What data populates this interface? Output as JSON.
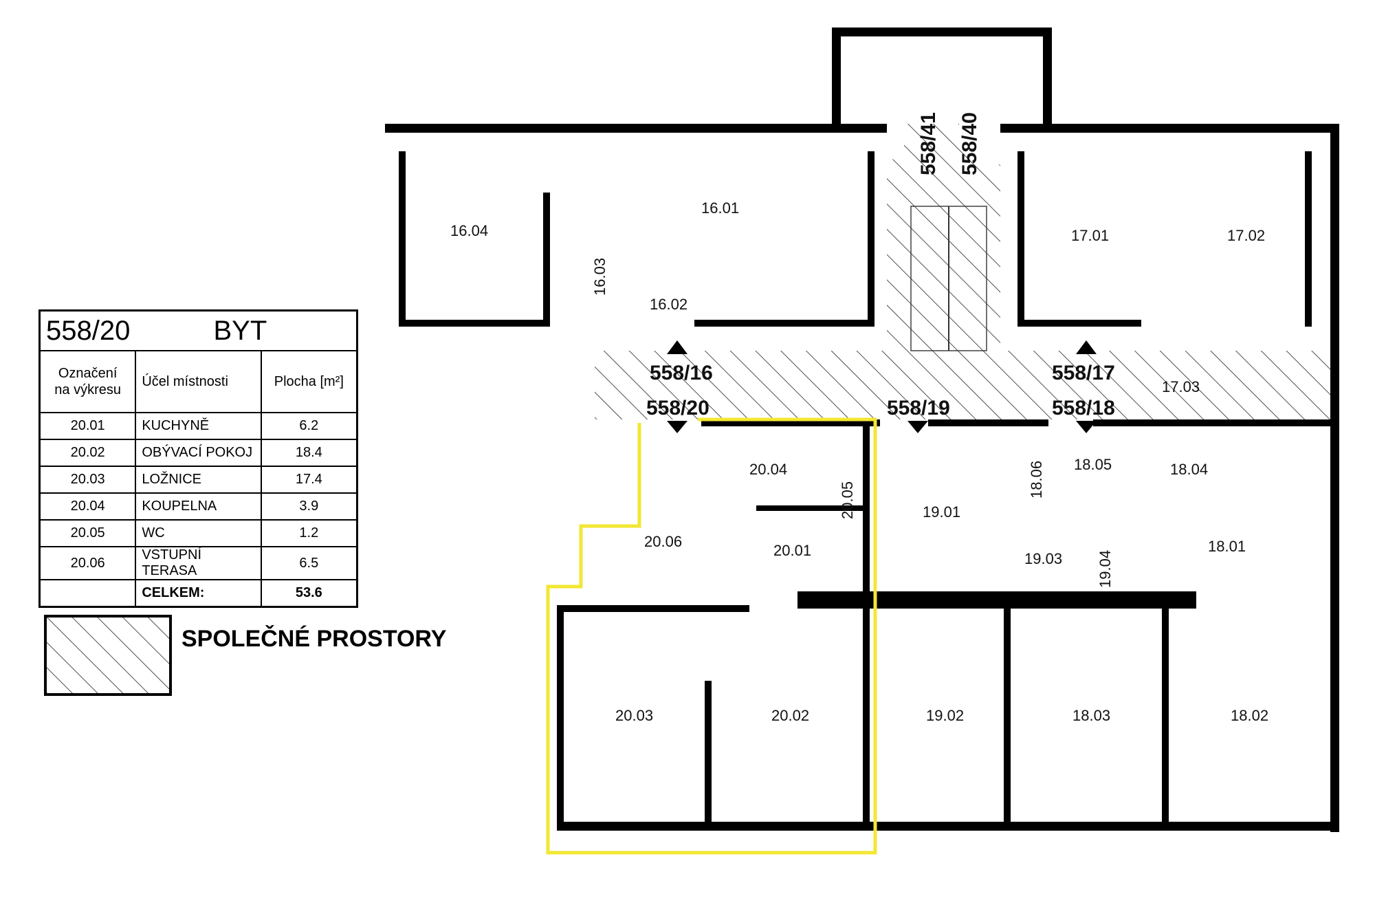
{
  "table": {
    "unit_number": "558/20",
    "unit_type": "BYT",
    "headers": {
      "id": "Označení\nna výkresu",
      "purpose": "Účel místnosti",
      "area": "Plocha [m²]"
    },
    "rows": [
      {
        "id": "20.01",
        "name": "KUCHYNĚ",
        "area": "6.2"
      },
      {
        "id": "20.02",
        "name": "OBÝVACÍ POKOJ",
        "area": "18.4"
      },
      {
        "id": "20.03",
        "name": "LOŽNICE",
        "area": "17.4"
      },
      {
        "id": "20.04",
        "name": "KOUPELNA",
        "area": "3.9"
      },
      {
        "id": "20.05",
        "name": "WC",
        "area": "1.2"
      },
      {
        "id": "20.06",
        "name": "VSTUPNÍ TERASA",
        "area": "6.5"
      }
    ],
    "total_label": "CELKEM:",
    "total_value": "53.6"
  },
  "legend": {
    "label": "SPOLEČNÉ PROSTORY"
  },
  "rooms": {
    "r1604": "16.04",
    "r1601": "16.01",
    "r1603": "16.03",
    "r1602": "16.02",
    "r1701": "17.01",
    "r1702": "17.02",
    "r1703": "17.03",
    "r2004": "20.04",
    "r2005": "20.05",
    "r2001": "20.01",
    "r2006": "20.06",
    "r2003": "20.03",
    "r2002": "20.02",
    "r1901": "19.01",
    "r1902": "19.02",
    "r1903": "19.03",
    "r1904": "19.04",
    "r1806": "18.06",
    "r1805": "18.05",
    "r1804": "18.04",
    "r1801": "18.01",
    "r1803": "18.03",
    "r1802": "18.02"
  },
  "doors": {
    "d1": "558/41",
    "d2": "558/40",
    "d3": "558/16",
    "d4": "558/20",
    "d5": "558/19",
    "d6": "558/17",
    "d7": "558/18"
  },
  "colors": {
    "highlight": "#f2e733",
    "ink": "#000000"
  }
}
